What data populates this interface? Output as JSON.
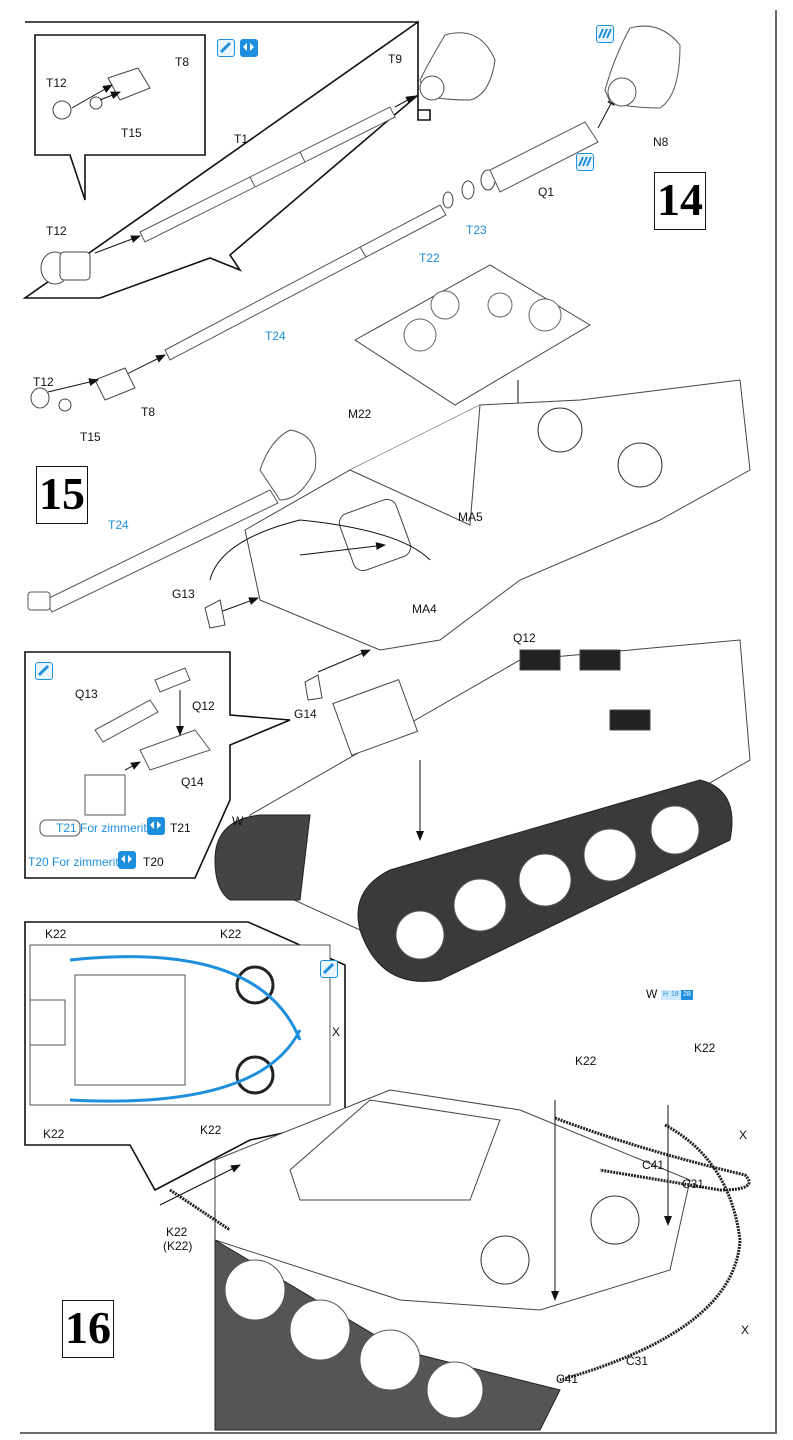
{
  "document": {
    "type": "model kit assembly instructions",
    "steps": [
      {
        "number": "14"
      },
      {
        "number": "15"
      },
      {
        "number": "16"
      }
    ]
  },
  "icons": {
    "paint": "paint-brush-icon",
    "either_side": "either-side-icon",
    "cement": "cement-icon"
  },
  "colors": {
    "accent_blue": "#1e8fdc",
    "line": "#333333",
    "border": "#111111"
  },
  "step14": {
    "callout_labels": {
      "t12_small": "T12",
      "t8": "T8",
      "t15": "T15"
    },
    "labels": {
      "t9": "T9",
      "t1": "T1",
      "t12": "T12",
      "n8": "N8",
      "q1": "Q1",
      "t22": "T22",
      "t23": "T23",
      "t24": "T24",
      "m22": "M22"
    },
    "lower": {
      "t12": "T12",
      "t8": "T8",
      "t15": "T15"
    }
  },
  "step15": {
    "labels": {
      "t24": "T24",
      "ma5": "MA5",
      "ma4": "MA4",
      "g13": "G13",
      "g14": "G14",
      "q12_main": "Q12",
      "w_main": "W",
      "w_track": "W"
    },
    "track_badges": [
      "H",
      "18",
      "28"
    ],
    "callout": {
      "q13": "Q13",
      "q12": "Q12",
      "q14": "Q14",
      "t21_note": "T21 For zimmerit",
      "t21": "T21",
      "t20_note": "T20 For zimmerit",
      "t20": "T20"
    }
  },
  "step16": {
    "callout": {
      "k22_tl": "K22",
      "k22_tr": "K22",
      "k22_bl": "K22",
      "k22_br": "K22",
      "x": "X"
    },
    "labels": {
      "k22_a": "K22",
      "k22_b": "K22",
      "k22_left": "K22",
      "k22_left_alt": "(K22)",
      "x_top": "X",
      "x_bottom": "X",
      "c41_top": "C41",
      "c31_top": "C31",
      "c41_bottom": "C41",
      "c31_bottom": "C31"
    }
  }
}
